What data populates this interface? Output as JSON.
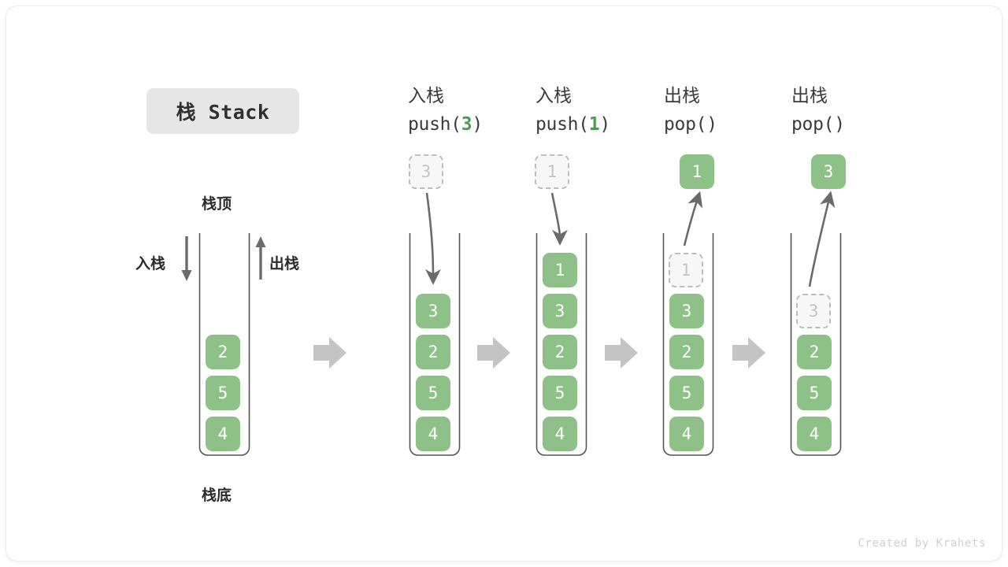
{
  "diagram": {
    "title": "栈 Stack",
    "footer": "Created by Krahets",
    "colors": {
      "filled_cell": "#8ec187",
      "ghost_fill": "#f7f7f7",
      "ghost_border": "#bdbdbd",
      "ghost_text": "#c4c4c4",
      "badge_bg": "#e6e6e6",
      "arrow_gray": "#6b6b6b",
      "flow_arrow": "#c4c4c4",
      "accent_green_text": "#4f9a4f"
    },
    "labels": {
      "top": "栈顶",
      "bottom": "栈底",
      "push_side": "入栈",
      "pop_side": "出栈"
    },
    "frames": [
      {
        "id": "initial",
        "header_cn": "",
        "header_code": "",
        "header_arg": "",
        "cells": [
          "2",
          "5",
          "4"
        ],
        "floating": null,
        "ghost_index": -1
      },
      {
        "id": "push-3",
        "header_cn": "入栈",
        "header_code_prefix": "push(",
        "header_arg": "3",
        "header_code_suffix": ")",
        "cells": [
          "3",
          "2",
          "5",
          "4"
        ],
        "floating": {
          "value": "3",
          "style": "ghost"
        },
        "ghost_index": -1,
        "motion": "in"
      },
      {
        "id": "push-1",
        "header_cn": "入栈",
        "header_code_prefix": "push(",
        "header_arg": "1",
        "header_code_suffix": ")",
        "cells": [
          "1",
          "3",
          "2",
          "5",
          "4"
        ],
        "floating": {
          "value": "1",
          "style": "ghost"
        },
        "ghost_index": -1,
        "motion": "in"
      },
      {
        "id": "pop-1",
        "header_cn": "出栈",
        "header_code_prefix": "pop(",
        "header_arg": "",
        "header_code_suffix": ")",
        "cells": [
          "1",
          "3",
          "2",
          "5",
          "4"
        ],
        "floating": {
          "value": "1",
          "style": "filled"
        },
        "ghost_index": 0,
        "motion": "out"
      },
      {
        "id": "pop-3",
        "header_cn": "出栈",
        "header_code_prefix": "pop(",
        "header_arg": "",
        "header_code_suffix": ")",
        "cells": [
          "3",
          "2",
          "5",
          "4"
        ],
        "floating": {
          "value": "3",
          "style": "filled"
        },
        "ghost_index": 0,
        "motion": "out"
      }
    ]
  }
}
